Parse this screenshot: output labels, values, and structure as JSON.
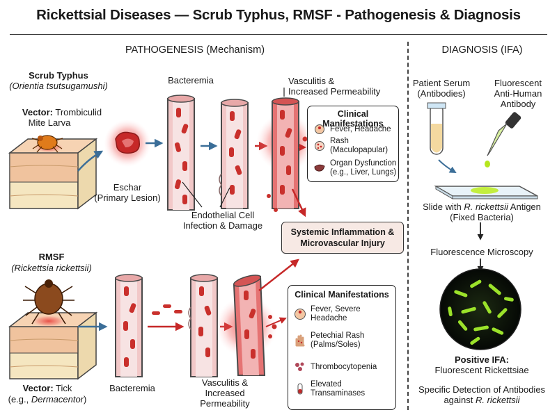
{
  "title": "Rickettsial Diseases — Scrub Typhus, RMSF - Pathogenesis & Diagnosis",
  "sections": {
    "pathogenesis": "PATHOGENESIS (Mechanism)",
    "diagnosis": "DIAGNOSIS (IFA)"
  },
  "scrub": {
    "name": "Scrub Typhus",
    "organism": "(Orientia tsutsugamushi)",
    "vector_label": "Vector:",
    "vector_line1": "Trombiculid",
    "vector_line2": "Mite Larva",
    "bacteremia": "Bacteremia",
    "eschar_line1": "Eschar",
    "eschar_line2": "(Primary Lesion)",
    "endo_line1": "Endothelial Cell",
    "endo_line2": "Infection & Damage",
    "vasc_line1": "Vasculitis &",
    "vasc_line2": "Increased Permeability",
    "manifest": {
      "heading": "Clinical Manifestations",
      "items": [
        {
          "line1": "Fever, Headache",
          "line2": "",
          "icon": "head-icon"
        },
        {
          "line1": "Rash",
          "line2": "(Maculopapular)",
          "icon": "rash-icon"
        },
        {
          "line1": "Organ Dysfunction",
          "line2": "(e.g., Liver, Lungs)",
          "icon": "liver-icon"
        }
      ]
    }
  },
  "systemic": {
    "line1": "Systemic Inflammation &",
    "line2": "Microvascular Injury"
  },
  "rmsf": {
    "name": "RMSF",
    "organism": "(Rickettsia rickettsii)",
    "vector_label": "Vector:",
    "vector_value": "Tick",
    "vector_example_prefix": "(e.g., ",
    "vector_example": "Dermacentor",
    "vector_example_suffix": ")",
    "bacteremia": "Bacteremia",
    "vasc_line1": "Vasculitis &",
    "vasc_line2": "Increased",
    "vasc_line3": "Permeability",
    "manifest": {
      "heading": "Clinical Manifestations",
      "items": [
        {
          "line1": "Fever, Severe",
          "line2": "Headache",
          "icon": "head-icon"
        },
        {
          "line1": "Petechial Rash",
          "line2": "(Palms/Soles)",
          "icon": "hand-rash-icon"
        },
        {
          "line1": "Thrombocytopenia",
          "line2": "",
          "icon": "platelets-icon"
        },
        {
          "line1": "Elevated",
          "line2": "Transaminases",
          "icon": "test-tube-icon"
        }
      ]
    }
  },
  "diagnosis": {
    "serum_line1": "Patient Serum",
    "serum_line2": "(Antibodies)",
    "fluor_line1": "Fluorescent",
    "fluor_line2": "Anti-Human",
    "fluor_line3": "Antibody",
    "slide_prefix": "Slide with ",
    "slide_organism": "R. rickettsii",
    "slide_suffix": " Antigen",
    "slide_line2": "(Fixed Bacteria)",
    "microscopy": "Fluorescence Microscopy",
    "positive_label": "Positive IFA:",
    "positive_value": "Fluorescent Rickettsiae",
    "specific_line1": "Specific Detection of Antibodies",
    "specific_prefix": "against ",
    "specific_organism": "R. rickettsii"
  },
  "colors": {
    "vessel_wall": "#f2c8c8",
    "vessel_stroke": "#4a4a4a",
    "rbc": "#c9302c",
    "inflamed": "#e53935",
    "arrow_blue": "#3b6e98",
    "arrow_red": "#c62828",
    "fluorescent": "#9be22a",
    "skin": "#f1c9a5"
  }
}
